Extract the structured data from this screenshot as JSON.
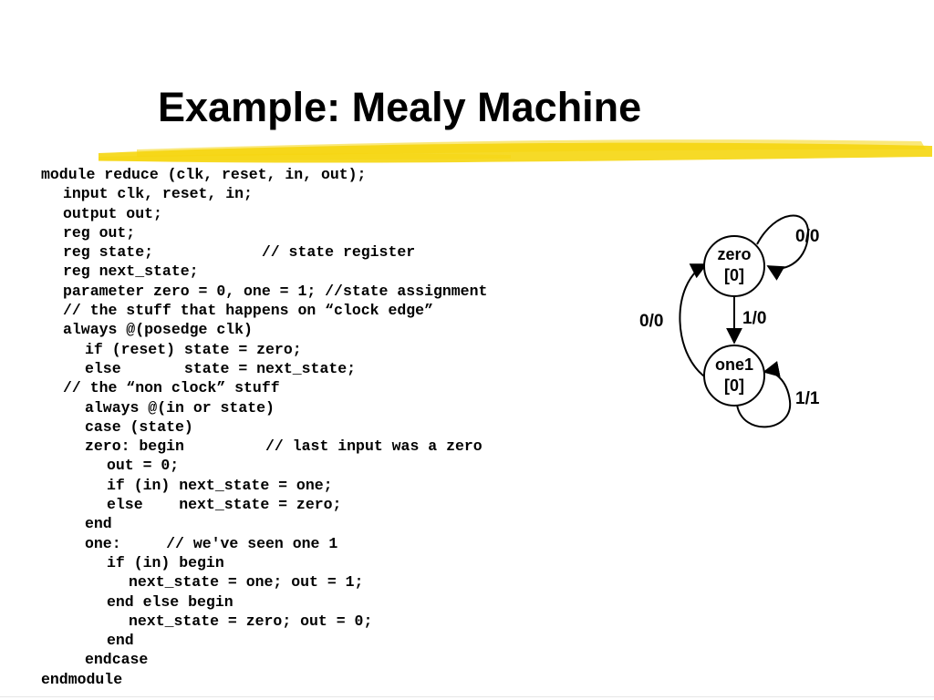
{
  "slide": {
    "title": "Example: Mealy Machine",
    "highlight_color": "#f5d60f"
  },
  "code": {
    "lines": [
      {
        "indent": 0,
        "text": "module reduce (clk, reset, in, out);"
      },
      {
        "indent": 1,
        "text": "input clk, reset, in;"
      },
      {
        "indent": 1,
        "text": "output out;"
      },
      {
        "indent": 1,
        "text": "reg out;"
      },
      {
        "indent": 1,
        "text": "reg state;            // state register"
      },
      {
        "indent": 1,
        "text": "reg next_state;"
      },
      {
        "indent": 1,
        "text": "parameter zero = 0, one = 1; //state assignment"
      },
      {
        "indent": 1,
        "text": "// the stuff that happens on “clock edge”"
      },
      {
        "indent": 1,
        "text": "always @(posedge clk)"
      },
      {
        "indent": 2,
        "text": "if (reset) state = zero;"
      },
      {
        "indent": 2,
        "text": "else       state = next_state;"
      },
      {
        "indent": 1,
        "text": "// the “non clock” stuff"
      },
      {
        "indent": 2,
        "text": "always @(in or state)"
      },
      {
        "indent": 2,
        "text": "case (state)"
      },
      {
        "indent": 2,
        "text": "zero: begin         // last input was a zero"
      },
      {
        "indent": 3,
        "text": "out = 0;"
      },
      {
        "indent": 3,
        "text": "if (in) next_state = one;"
      },
      {
        "indent": 3,
        "text": "else    next_state = zero;"
      },
      {
        "indent": 2,
        "text": "end"
      },
      {
        "indent": 2,
        "text": "one:     // we've seen one 1"
      },
      {
        "indent": 3,
        "text": "if (in) begin"
      },
      {
        "indent": 4,
        "text": "next_state = one; out = 1;"
      },
      {
        "indent": 3,
        "text": "end else begin"
      },
      {
        "indent": 4,
        "text": "next_state = zero; out = 0;"
      },
      {
        "indent": 3,
        "text": "end"
      },
      {
        "indent": 2,
        "text": "endcase"
      },
      {
        "indent": 0,
        "text": "endmodule"
      }
    ]
  },
  "diagram": {
    "states": [
      {
        "id": "zero",
        "name": "zero",
        "output": "[0]"
      },
      {
        "id": "one1",
        "name": "one1",
        "output": "[0]"
      }
    ],
    "transitions": [
      {
        "from": "zero",
        "to": "zero",
        "label": "0/0"
      },
      {
        "from": "zero",
        "to": "one1",
        "label": "1/0"
      },
      {
        "from": "one1",
        "to": "zero",
        "label": "0/0"
      },
      {
        "from": "one1",
        "to": "one1",
        "label": "1/1"
      }
    ]
  }
}
